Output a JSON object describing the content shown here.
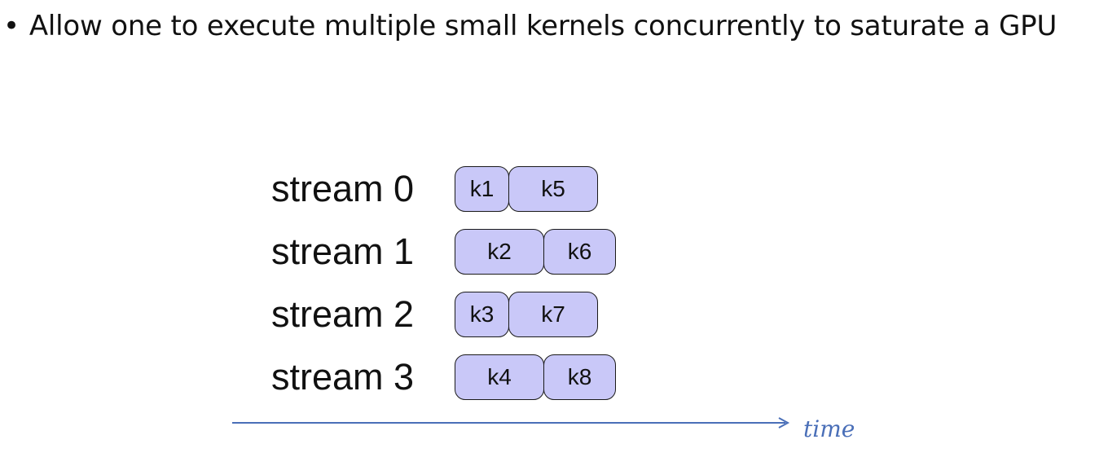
{
  "slide": {
    "bullet_text": "Allow one to execute multiple small kernels concurrently to saturate a GPU",
    "bullet_symbol": "•"
  },
  "diagram": {
    "streams": [
      {
        "label": "stream 0",
        "kernels": [
          "k1",
          "k5"
        ]
      },
      {
        "label": "stream 1",
        "kernels": [
          "k2",
          "k6"
        ]
      },
      {
        "label": "stream 2",
        "kernels": [
          "k3",
          "k7"
        ]
      },
      {
        "label": "stream 3",
        "kernels": [
          "k4",
          "k8"
        ]
      }
    ],
    "axis_label": "time",
    "colors": {
      "kernel_fill": "#c9c8f8",
      "kernel_border": "#1a1a1a",
      "arrow": "#4a6fb8"
    }
  }
}
